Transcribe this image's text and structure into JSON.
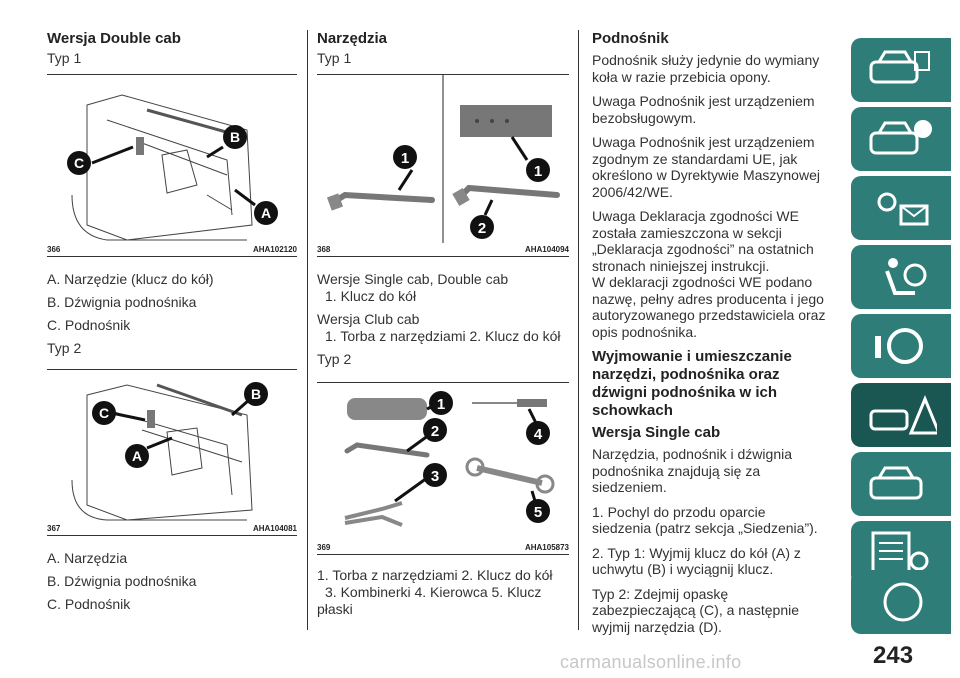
{
  "col1": {
    "heading": "Wersja Double cab",
    "typ1": "Typ 1",
    "fig1_num": "366",
    "fig1_code": "AHA102120",
    "fig1_items": [
      "A. Narzędzie (klucz do kół)",
      "B. Dźwignia podnośnika",
      "C. Podnośnik"
    ],
    "typ2": "Typ 2",
    "fig2_num": "367",
    "fig2_code": "AHA104081",
    "fig2_items": [
      "A. Narzędzia",
      "B. Dźwignia podnośnika",
      "C. Podnośnik"
    ],
    "labels": [
      "A",
      "B",
      "C"
    ]
  },
  "col2": {
    "heading": "Narzędzia",
    "typ1": "Typ 1",
    "fig1_num": "368",
    "fig1_code": "AHA104094",
    "fig1_badges": [
      "1",
      "1",
      "2"
    ],
    "version1": "Wersje Single cab, Double cab",
    "version1_item": "1. Klucz do kół",
    "version2": "Wersja Club cab",
    "version2_item": "1. Torba z narzędziami  2. Klucz do kół",
    "typ2": "Typ 2",
    "fig2_num": "369",
    "fig2_code": "AHA105873",
    "fig2_badges": [
      "1",
      "2",
      "3",
      "4",
      "5"
    ],
    "caption_line1": "1. Torba z narzędziami  2. Klucz do kół",
    "caption_line2": "3. Kombinerki  4. Kierowca  5. Klucz",
    "caption_line3": "płaski"
  },
  "col3": {
    "heading": "Podnośnik",
    "p1": "Podnośnik służy jedynie do wymiany koła w razie przebicia opony.",
    "p2": "Uwaga  Podnośnik jest urządzeniem bezobsługowym.",
    "p3": "Uwaga  Podnośnik jest urządzeniem zgodnym ze standardami UE, jak określono w Dyrektywie Maszynowej 2006/42/WE.",
    "p4": "Uwaga  Deklaracja zgodności WE została zamieszczona w sekcji „Deklaracja zgodności” na ostatnich stronach niniejszej instrukcji.",
    "p5": "W deklaracji zgodności WE podano nazwę, pełny adres producenta i jego autoryzowanego przedstawiciela oraz opis podnośnika.",
    "heading2": "Wyjmowanie i umieszczanie narzędzi, podnośnika oraz dźwigni podnośnika w ich schowkach",
    "heading3": "Wersja Single cab",
    "p6": "Narzędzia, podnośnik i dźwignia podnośnika znajdują się za siedzeniem.",
    "p7": "1. Pochyl do przodu oparcie siedzenia (patrz sekcja „Siedzenia”).",
    "p8": "2. Typ 1: Wyjmij klucz do kół (A) z uchwytu (B) i wyciągnij klucz.",
    "p9": "Typ 2: Zdejmij opaskę zabezpieczającą (C), a następnie wyjmij narzędzia (D)."
  },
  "sidebar": {
    "icons": [
      "car-info-icon",
      "car-alert-icon",
      "warning-lights-icon",
      "airbag-seat-icon",
      "steering-wheel-icon",
      "emergency-triangle-icon",
      "car-service-icon",
      "specifications-icon",
      "index-letters-icon"
    ],
    "active_color": "#1b5752",
    "color": "#2f7d78"
  },
  "page_number": "243",
  "watermark": "carmanualsonline.info"
}
